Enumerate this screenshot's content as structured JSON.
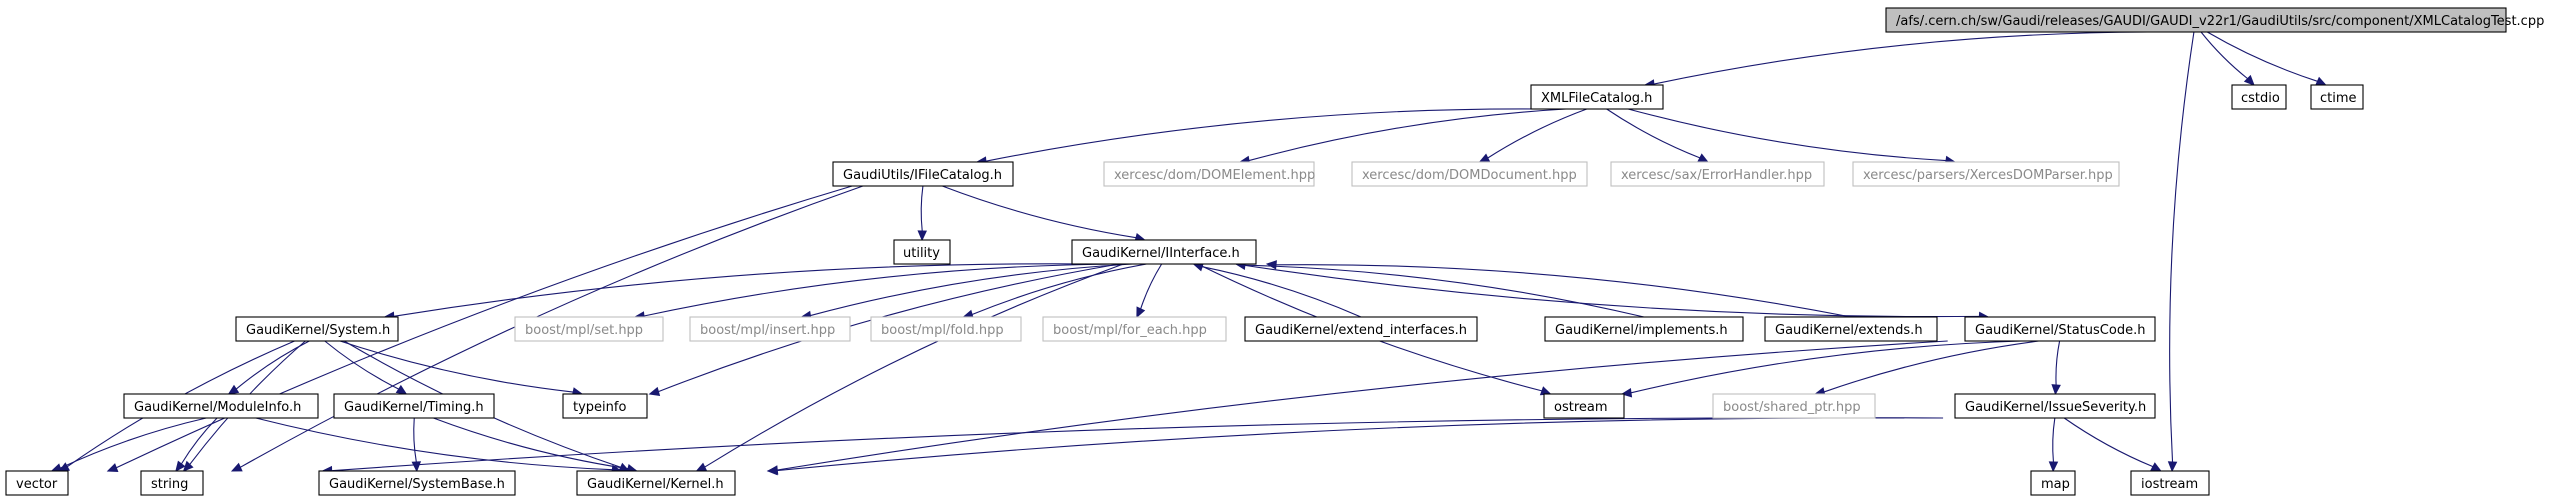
{
  "diagram": {
    "type": "include-dependency-graph",
    "nodes": [
      {
        "id": "root",
        "label": "/afs/.cern.ch/sw/Gaudi/releases/GAUDI/GAUDI_v22r1/GaudiUtils/src/component/XMLCatalogTest.cpp",
        "style": "root"
      },
      {
        "id": "xmlfilecatalog",
        "label": "XMLFileCatalog.h",
        "style": "normal"
      },
      {
        "id": "cstdio",
        "label": "cstdio",
        "style": "normal"
      },
      {
        "id": "ctime",
        "label": "ctime",
        "style": "normal"
      },
      {
        "id": "iostream",
        "label": "iostream",
        "style": "normal"
      },
      {
        "id": "ifilecatalog",
        "label": "GaudiUtils/IFileCatalog.h",
        "style": "normal"
      },
      {
        "id": "domelement",
        "label": "xercesc/dom/DOMElement.hpp",
        "style": "missing"
      },
      {
        "id": "domdocument",
        "label": "xercesc/dom/DOMDocument.hpp",
        "style": "missing"
      },
      {
        "id": "errorhandler",
        "label": "xercesc/sax/ErrorHandler.hpp",
        "style": "missing"
      },
      {
        "id": "xercesdomparser",
        "label": "xercesc/parsers/XercesDOMParser.hpp",
        "style": "missing"
      },
      {
        "id": "utility",
        "label": "utility",
        "style": "normal"
      },
      {
        "id": "iinterface",
        "label": "GaudiKernel/IInterface.h",
        "style": "normal"
      },
      {
        "id": "system",
        "label": "GaudiKernel/System.h",
        "style": "normal"
      },
      {
        "id": "mplset",
        "label": "boost/mpl/set.hpp",
        "style": "missing"
      },
      {
        "id": "mplinsert",
        "label": "boost/mpl/insert.hpp",
        "style": "missing"
      },
      {
        "id": "mplfold",
        "label": "boost/mpl/fold.hpp",
        "style": "missing"
      },
      {
        "id": "mplforeach",
        "label": "boost/mpl/for_each.hpp",
        "style": "missing"
      },
      {
        "id": "extendinterfaces",
        "label": "GaudiKernel/extend_interfaces.h",
        "style": "normal"
      },
      {
        "id": "implements",
        "label": "GaudiKernel/implements.h",
        "style": "normal"
      },
      {
        "id": "extends",
        "label": "GaudiKernel/extends.h",
        "style": "normal"
      },
      {
        "id": "statuscode",
        "label": "GaudiKernel/StatusCode.h",
        "style": "normal"
      },
      {
        "id": "moduleinfo",
        "label": "GaudiKernel/ModuleInfo.h",
        "style": "normal"
      },
      {
        "id": "timing",
        "label": "GaudiKernel/Timing.h",
        "style": "normal"
      },
      {
        "id": "typeinfo",
        "label": "typeinfo",
        "style": "normal"
      },
      {
        "id": "ostream",
        "label": "ostream",
        "style": "normal"
      },
      {
        "id": "sharedptr",
        "label": "boost/shared_ptr.hpp",
        "style": "missing"
      },
      {
        "id": "issueseverity",
        "label": "GaudiKernel/IssueSeverity.h",
        "style": "normal"
      },
      {
        "id": "vector",
        "label": "vector",
        "style": "normal"
      },
      {
        "id": "string",
        "label": "string",
        "style": "normal"
      },
      {
        "id": "systembase",
        "label": "GaudiKernel/SystemBase.h",
        "style": "normal"
      },
      {
        "id": "kernel",
        "label": "GaudiKernel/Kernel.h",
        "style": "normal"
      },
      {
        "id": "map",
        "label": "map",
        "style": "normal"
      }
    ],
    "edges": [
      {
        "from": "root",
        "to": "xmlfilecatalog"
      },
      {
        "from": "root",
        "to": "cstdio"
      },
      {
        "from": "root",
        "to": "ctime"
      },
      {
        "from": "root",
        "to": "iostream"
      },
      {
        "from": "xmlfilecatalog",
        "to": "ifilecatalog"
      },
      {
        "from": "xmlfilecatalog",
        "to": "domelement"
      },
      {
        "from": "xmlfilecatalog",
        "to": "domdocument"
      },
      {
        "from": "xmlfilecatalog",
        "to": "errorhandler"
      },
      {
        "from": "xmlfilecatalog",
        "to": "xercesdomparser"
      },
      {
        "from": "ifilecatalog",
        "to": "utility"
      },
      {
        "from": "ifilecatalog",
        "to": "iinterface"
      },
      {
        "from": "ifilecatalog",
        "to": "vector"
      },
      {
        "from": "ifilecatalog",
        "to": "string"
      },
      {
        "from": "iinterface",
        "to": "system"
      },
      {
        "from": "iinterface",
        "to": "mplset"
      },
      {
        "from": "iinterface",
        "to": "mplinsert"
      },
      {
        "from": "iinterface",
        "to": "mplfold"
      },
      {
        "from": "iinterface",
        "to": "mplforeach"
      },
      {
        "from": "iinterface",
        "to": "typeinfo"
      },
      {
        "from": "iinterface",
        "to": "kernel"
      },
      {
        "from": "iinterface",
        "to": "ostream"
      },
      {
        "from": "iinterface",
        "to": "statuscode"
      },
      {
        "from": "extendinterfaces",
        "to": "iinterface"
      },
      {
        "from": "implements",
        "to": "iinterface"
      },
      {
        "from": "extends",
        "to": "iinterface"
      },
      {
        "from": "system",
        "to": "moduleinfo"
      },
      {
        "from": "system",
        "to": "timing"
      },
      {
        "from": "system",
        "to": "typeinfo"
      },
      {
        "from": "system",
        "to": "kernel"
      },
      {
        "from": "system",
        "to": "vector"
      },
      {
        "from": "system",
        "to": "string"
      },
      {
        "from": "moduleinfo",
        "to": "kernel"
      },
      {
        "from": "moduleinfo",
        "to": "string"
      },
      {
        "from": "moduleinfo",
        "to": "vector"
      },
      {
        "from": "timing",
        "to": "systembase"
      },
      {
        "from": "timing",
        "to": "kernel"
      },
      {
        "from": "statuscode",
        "to": "ostream"
      },
      {
        "from": "statuscode",
        "to": "sharedptr"
      },
      {
        "from": "statuscode",
        "to": "issueseverity"
      },
      {
        "from": "statuscode",
        "to": "kernel"
      },
      {
        "from": "issueseverity",
        "to": "kernel"
      },
      {
        "from": "issueseverity",
        "to": "string"
      },
      {
        "from": "issueseverity",
        "to": "map"
      },
      {
        "from": "issueseverity",
        "to": "iostream"
      }
    ]
  },
  "colors": {
    "edge": "#191970",
    "root_fill": "#bfbfbf",
    "missing_border": "#bfbfbf",
    "missing_text": "#8a8a8a"
  }
}
